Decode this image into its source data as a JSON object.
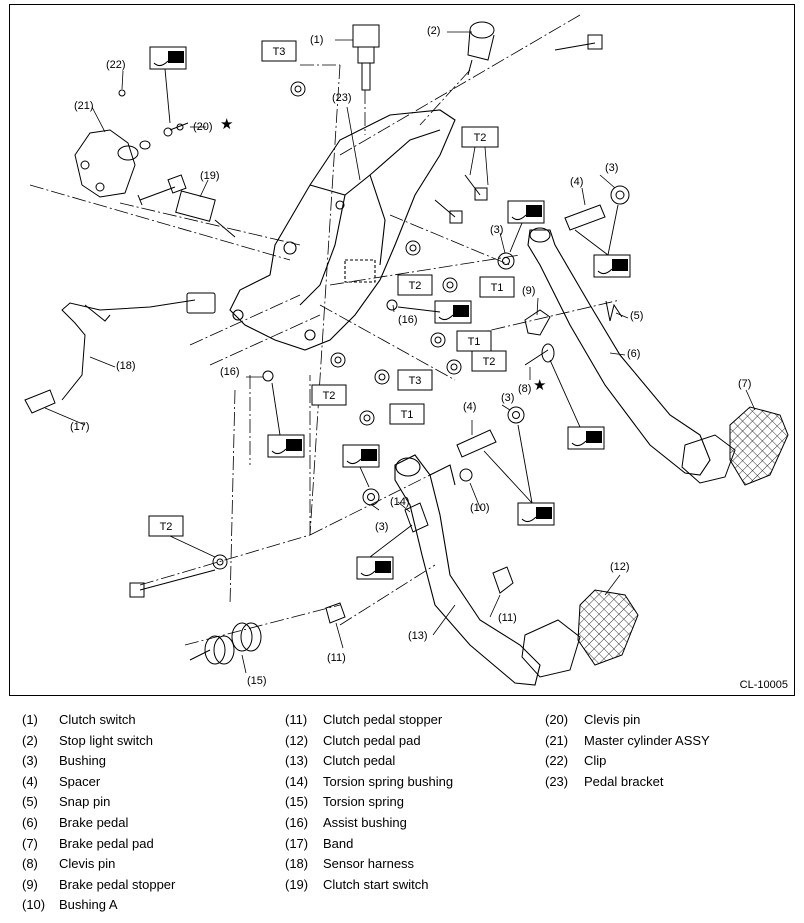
{
  "figure": {
    "code": "CL-10005",
    "callouts": [
      {
        "n": "(1)"
      },
      {
        "n": "(2)"
      },
      {
        "n": "(3)"
      },
      {
        "n": "(3)"
      },
      {
        "n": "(3)"
      },
      {
        "n": "(3)"
      },
      {
        "n": "(4)"
      },
      {
        "n": "(4)"
      },
      {
        "n": "(5)"
      },
      {
        "n": "(6)"
      },
      {
        "n": "(7)"
      },
      {
        "n": "(8)"
      },
      {
        "n": "(9)"
      },
      {
        "n": "(10)"
      },
      {
        "n": "(11)"
      },
      {
        "n": "(11)"
      },
      {
        "n": "(12)"
      },
      {
        "n": "(13)"
      },
      {
        "n": "(14)"
      },
      {
        "n": "(15)"
      },
      {
        "n": "(16)"
      },
      {
        "n": "(16)"
      },
      {
        "n": "(17)"
      },
      {
        "n": "(18)"
      },
      {
        "n": "(19)"
      },
      {
        "n": "(20)"
      },
      {
        "n": "(21)"
      },
      {
        "n": "(22)"
      },
      {
        "n": "(23)"
      }
    ],
    "torque_tags": [
      "T3",
      "T2",
      "T2",
      "T1",
      "T1",
      "T2",
      "T2",
      "T3",
      "T1",
      "T2"
    ],
    "special_mark": "★"
  },
  "legend": {
    "col1": [
      {
        "n": "(1)",
        "label": "Clutch switch"
      },
      {
        "n": "(2)",
        "label": "Stop light switch"
      },
      {
        "n": "(3)",
        "label": "Bushing"
      },
      {
        "n": "(4)",
        "label": "Spacer"
      },
      {
        "n": "(5)",
        "label": "Snap pin"
      },
      {
        "n": "(6)",
        "label": "Brake pedal"
      },
      {
        "n": "(7)",
        "label": "Brake pedal pad"
      },
      {
        "n": "(8)",
        "label": "Clevis pin"
      },
      {
        "n": "(9)",
        "label": "Brake pedal stopper"
      },
      {
        "n": "(10)",
        "label": "Bushing A"
      }
    ],
    "col2": [
      {
        "n": "(11)",
        "label": "Clutch pedal stopper"
      },
      {
        "n": "(12)",
        "label": "Clutch pedal pad"
      },
      {
        "n": "(13)",
        "label": "Clutch pedal"
      },
      {
        "n": "(14)",
        "label": "Torsion spring bushing"
      },
      {
        "n": "(15)",
        "label": "Torsion spring"
      },
      {
        "n": "(16)",
        "label": "Assist bushing"
      },
      {
        "n": "(17)",
        "label": "Band"
      },
      {
        "n": "(18)",
        "label": "Sensor harness"
      },
      {
        "n": "(19)",
        "label": "Clutch start switch"
      }
    ],
    "col3": [
      {
        "n": "(20)",
        "label": "Clevis pin"
      },
      {
        "n": "(21)",
        "label": "Master cylinder ASSY"
      },
      {
        "n": "(22)",
        "label": "Clip"
      },
      {
        "n": "(23)",
        "label": "Pedal bracket"
      }
    ]
  }
}
